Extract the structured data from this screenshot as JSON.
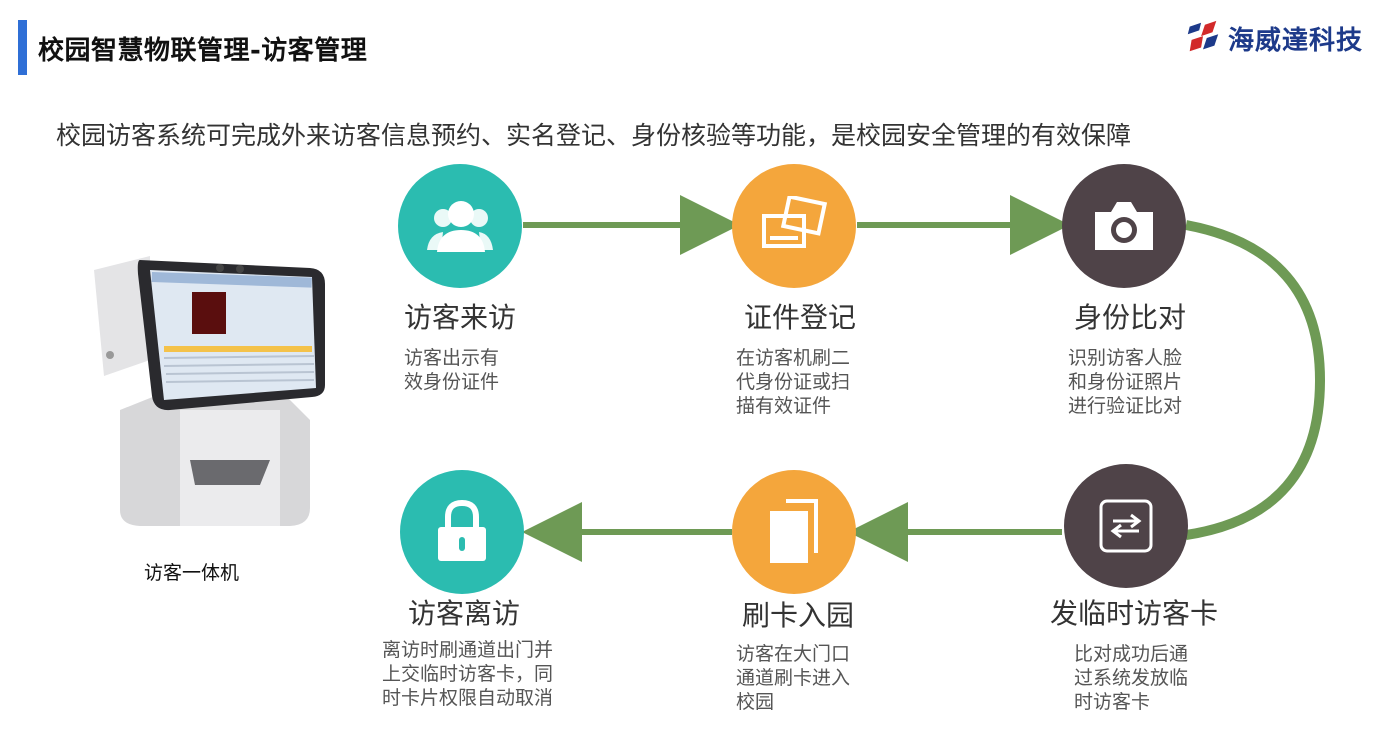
{
  "header": {
    "title": "校园智慧物联管理-访客管理",
    "logo_text": "海威達科技"
  },
  "subtitle": "校园访客系统可完成外来访客信息预约、实名登记、身份核验等功能，是校园安全管理的有效保障",
  "device": {
    "label": "访客一体机"
  },
  "colors": {
    "accent_blue": "#2f6fd6",
    "teal": "#2bbcb0",
    "orange": "#f4a63c",
    "dark": "#4f4348",
    "arrow_green": "#6e9a55"
  },
  "steps": [
    {
      "icon": "users-icon",
      "title": "访客来访",
      "desc": "访客出示有\n效身份证件"
    },
    {
      "icon": "photos-icon",
      "title": "证件登记",
      "desc": "在访客机刷二\n代身份证或扫\n描有效证件"
    },
    {
      "icon": "camera-icon",
      "title": "身份比对",
      "desc": "识别访客人脸\n和身份证照片\n进行验证比对"
    },
    {
      "icon": "exchange-icon",
      "title": "发临时访客卡",
      "desc": "比对成功后通\n过系统发放临\n时访客卡"
    },
    {
      "icon": "cards-icon",
      "title": "刷卡入园",
      "desc": "访客在大门口\n通道刷卡进入\n校园"
    },
    {
      "icon": "lock-icon",
      "title": "访客离访",
      "desc": "离访时刷通道出门并\n上交临时访客卡，同\n时卡片权限自动取消"
    }
  ]
}
